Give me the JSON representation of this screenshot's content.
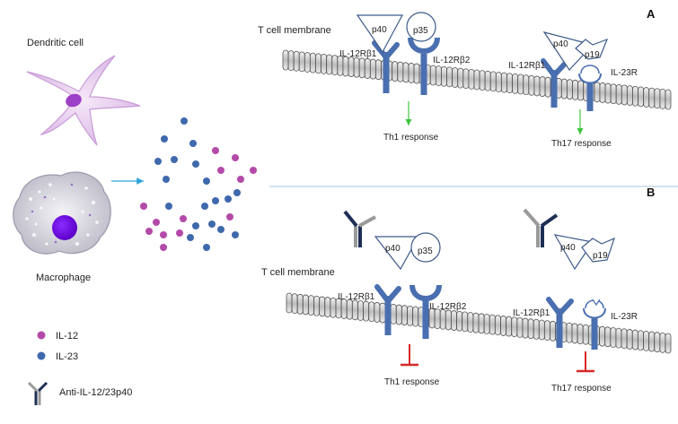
{
  "left": {
    "dendritic_cell_label": "Dendritic cell",
    "macrophage_label": "Macrophage"
  },
  "legend": {
    "il12_label": "IL-12",
    "il23_label": "IL-23",
    "antibody_label": "Anti-IL-12/23p40"
  },
  "panel_a": {
    "letter": "A",
    "membrane_label": "T cell membrane",
    "receptors": {
      "il12rb1_left": "IL-12Rβ1",
      "il12rb2": "IL-12Rβ2",
      "il12rb1_right": "IL-12Rβ1",
      "il23r": "IL-23R"
    },
    "subunits": {
      "p40_a": "p40",
      "p35": "p35",
      "p40_b": "p40",
      "p19": "p19"
    },
    "responses": {
      "th1": "Th1 response",
      "th17": "Th17 response"
    }
  },
  "panel_b": {
    "letter": "B",
    "membrane_label": "T cell membrane",
    "receptors": {
      "il12rb1_left": "IL-12Rβ1",
      "il12rb2": "IL-12Rβ2",
      "il12rb1_right": "IL-12Rβ1",
      "il23r": "IL-23R"
    },
    "subunits": {
      "p40_a": "p40",
      "p35": "p35",
      "p40_b": "p40",
      "p19": "p19"
    },
    "responses": {
      "th1": "Th1 response",
      "th17": "Th17 response"
    }
  },
  "colors": {
    "il12": "#b44aa8",
    "il23": "#3f69ad",
    "receptor": "#4a6fb0",
    "activate": "#3fc43f",
    "inhibit": "#d62828",
    "arrow": "#2aa4d6"
  }
}
